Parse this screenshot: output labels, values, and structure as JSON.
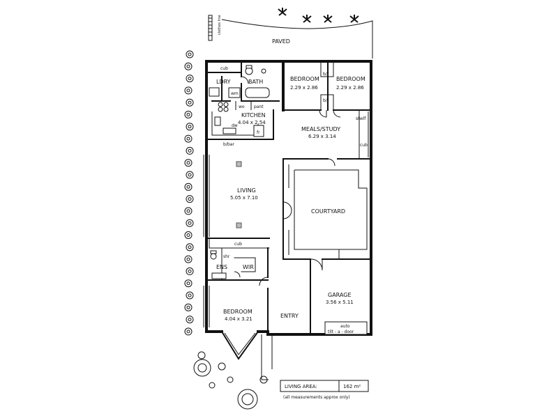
{
  "site": {
    "paved": "PAVED",
    "clothes_line": "clothes line"
  },
  "rooms": {
    "bedroom1": {
      "name": "BEDROOM",
      "size": "2.29 x 2.86"
    },
    "bedroom2": {
      "name": "BEDROOM",
      "size": "2.29 x 2.86"
    },
    "kitchen": {
      "name": "KITCHEN",
      "size": "4.04 x 2.54"
    },
    "meals": {
      "name": "MEALS/STUDY",
      "size": "6.29 x 3.14"
    },
    "living": {
      "name": "LIVING",
      "size": "5.05 x 7.10"
    },
    "courtyard": {
      "name": "COURTYARD"
    },
    "garage": {
      "name": "GARAGE",
      "size": "3.56 x 5.11"
    },
    "bedroom3": {
      "name": "BEDROOM",
      "size": "4.04 x 3.21"
    },
    "entry": {
      "name": "ENTRY"
    },
    "laundry": {
      "name": "LDRY"
    },
    "bath": {
      "name": "BATH"
    },
    "ens": {
      "name": "ENS"
    },
    "wir": {
      "name": "WIR"
    }
  },
  "fixtures": {
    "cub_top": "cub",
    "wm": "wm",
    "wo": "wo",
    "pant": "pant",
    "dw": "dw",
    "fr": "fr",
    "bbar": "b/bar",
    "blr_1": "b/r",
    "blr_2": "b/r",
    "shelf": "shelf",
    "cub_meals": "cub",
    "cub_living": "cub",
    "shr": "shr",
    "garage_door_line1": "auto",
    "garage_door_line2": "tilt - a - door"
  },
  "legend": {
    "label": "LIVING AREA:",
    "value": "162 m²",
    "note": "(all measurements approx only)"
  }
}
